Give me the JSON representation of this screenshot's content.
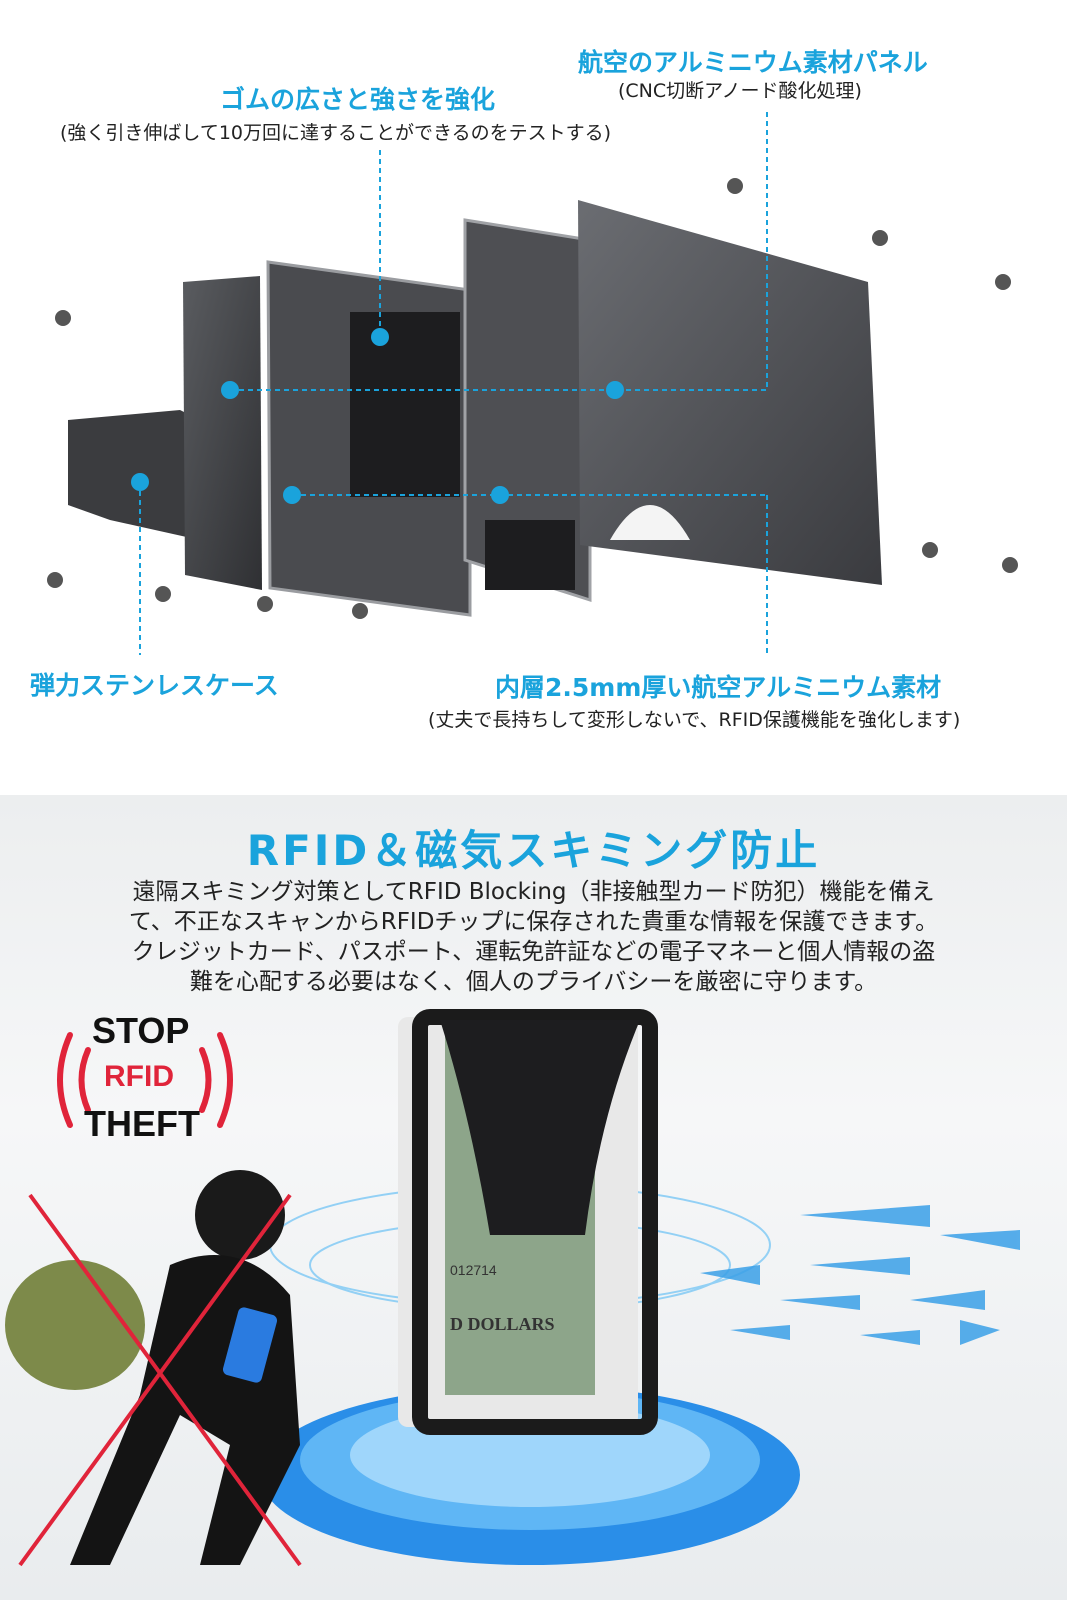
{
  "exploded_view": {
    "callout_rubber": {
      "title": "ゴムの広さと強さを強化",
      "subtitle": "(強く引き伸ばして10万回に達することができるのをテストする)"
    },
    "callout_panel": {
      "title": "航空のアルミニウム素材パネル",
      "subtitle": "(CNC切断アノード酸化処理)"
    },
    "callout_case": {
      "title": "弾力ステンレスケース"
    },
    "callout_inner": {
      "title": "内層2.5mm厚い航空アルミニウム素材",
      "subtitle": "(丈夫で長持ちして変形しないで、RFID保護機能を強化します)"
    }
  },
  "rfid_section": {
    "title": "RFID＆磁気スキミング防止",
    "paragraph_lines": [
      "遠隔スキミング対策としてRFID Blocking（非接触型カード防犯）機能を備え",
      "て、不正なスキャンからRFIDチップに保存された貴重な情報を保護できます。",
      "クレジットカード、パスポート、運転免許証などの電子マネーと個人情報の盗",
      "難を心配する必要はなく、個人のプライバシーを厳密に守ります。"
    ],
    "badge": {
      "top": "STOP",
      "middle": "RFID",
      "bottom": "THEFT"
    },
    "banknote_text": {
      "serial": "012714",
      "denomination": "D DOLLARS"
    },
    "colors": {
      "accent": "#1aa3dc",
      "badge_red": "#e0243a"
    }
  }
}
